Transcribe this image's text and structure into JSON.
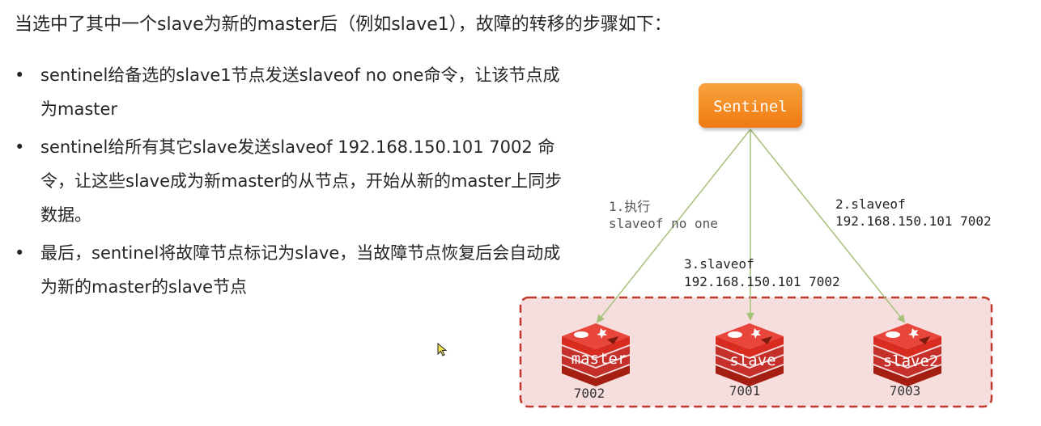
{
  "heading": "当选中了其中一个slave为新的master后（例如slave1），故障的转移的步骤如下：",
  "bullets": [
    "sentinel给备选的slave1节点发送slaveof no one命令，让该节点成为master",
    "sentinel给所有其它slave发送slaveof 192.168.150.101 7002 命令，让这些slave成为新master的从节点，开始从新的master上同步数据。",
    "最后，sentinel将故障节点标记为slave，当故障节点恢复后会自动成为新的master的slave节点"
  ],
  "bullet_marker": "•",
  "diagram": {
    "sentinel_label": "Sentinel",
    "arrow1": {
      "line1": "1.执行",
      "line2": "slaveof no one"
    },
    "arrow2": {
      "line1": "2.slaveof",
      "line2": "192.168.150.101 7002"
    },
    "arrow3": {
      "line1": "3.slaveof",
      "line2": "192.168.150.101 7002"
    },
    "nodes": [
      {
        "label": "master",
        "port": "7002"
      },
      {
        "label": "slave",
        "port": "7001"
      },
      {
        "label": "slave2",
        "port": "7003"
      }
    ]
  },
  "colors": {
    "sentinel_fill": "#f58a1f",
    "arrow": "#a6c07a",
    "container_border": "#c0392b",
    "container_fill": "#f6dede",
    "redis_red": "#d82c20",
    "redis_dark": "#a41e11"
  }
}
